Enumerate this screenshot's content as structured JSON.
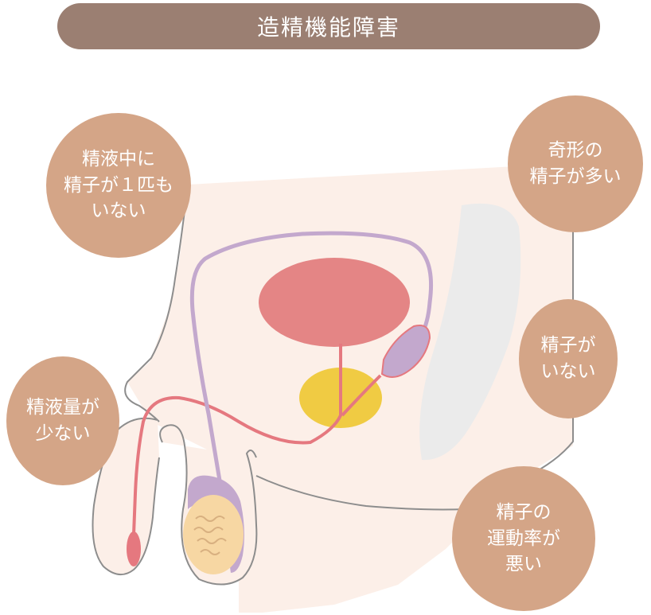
{
  "title": "造精機能障害",
  "colors": {
    "title_bg": "#9b7f72",
    "bubble": "#d4a587",
    "skin": "#fcefe8",
    "outline": "#8d8d8d",
    "bladder": "#e48585",
    "prostate": "#f0cb43",
    "vas": "#e5787f",
    "seminal": "#c3a8cd",
    "testis": "#f7d7a3"
  },
  "bubbles": {
    "no_sperm": "精液中に\n精子が１匹も\nいない",
    "abnormal": "奇形の\n精子が多い",
    "absent": "精子が\nいない",
    "low_volume": "精液量が\n少ない",
    "low_motility": "精子の\n運動率が\n悪い"
  }
}
